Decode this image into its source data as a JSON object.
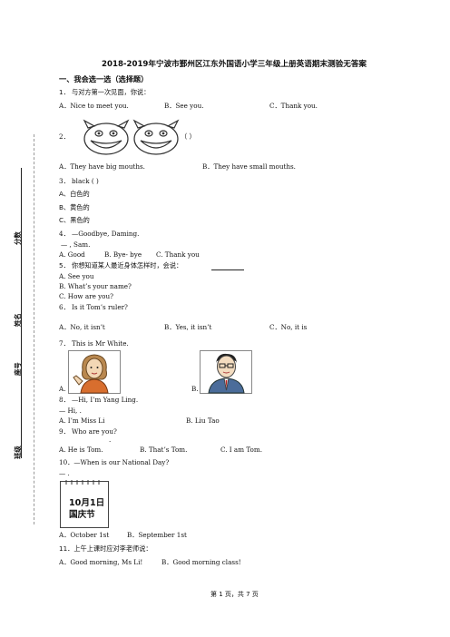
{
  "title": "2018-2019年宁波市鄞州区江东外国语小学三年级上册英语期末测验无答案",
  "section1": "一、我会选一选（选择题）",
  "q1": {
    "stem": "1．  与对方第一次见面，你说：",
    "a": "A．Nice to meet you.",
    "b": "B．See you.",
    "c": "C．Thank you."
  },
  "q2": {
    "stem": "2．",
    "blank": "（          ）",
    "a": "A．They have big mouths.",
    "b": "B．They have small mouths."
  },
  "q3": {
    "stem": "3．  black (          )",
    "a": "A、白色的",
    "b": "B、黄色的",
    "c": "C、黑色的"
  },
  "q4": {
    "stem": "4．  —Goodbye, Daming.",
    "line2": "—             , Sam.",
    "a": "A. Good",
    "b": "B. Bye- bye",
    "c": "C. Thank you"
  },
  "q5": {
    "stem": "5．  你想知道某人最近身体怎样时，会说：",
    "a": "A. See you",
    "b": "B. What’s your name?",
    "c": "C. How are you?"
  },
  "q6": {
    "stem": "6．  Is it Tom’s ruler?",
    "a": "A．No, it isn’t",
    "b": "B．Yes, it isn’t",
    "c": "C．No, it is"
  },
  "q7": {
    "stem": "7．  This is Mr White.",
    "a": "A.",
    "b": "B."
  },
  "q8": {
    "stem": "8．  —Hi, I’m Yang Ling.",
    "line2": "— Hi,                  .",
    "a": "A. I’m Miss Li",
    "b": "B. Liu Tao"
  },
  "q9": {
    "stem": "9．        Who are you?",
    "dot": "·",
    "a": "A. He is Tom.",
    "b": "B. That’s Tom.",
    "c": "C. I am Tom."
  },
  "q10": {
    "stem": "10．—When is our National Day?",
    "line2": "—                .",
    "cal_line1": "10月1日",
    "cal_line2": "国庆节",
    "a": "A．October 1st",
    "b": "B．September 1st"
  },
  "q11": {
    "stem": "11．上午上课时应对李老师说：",
    "a": "A．Good morning, Ms Li!",
    "b": "B．Good morning class!"
  },
  "sidebar": {
    "score": "分数",
    "name": "姓名",
    "seat": "座号",
    "class": "班级"
  },
  "footer": "第  1  页，共  7  页"
}
